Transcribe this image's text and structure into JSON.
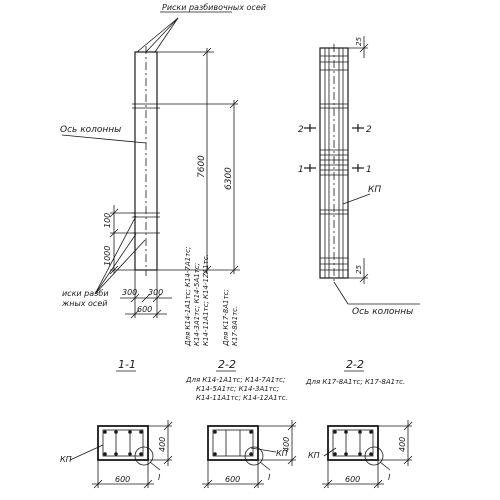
{
  "column_elevation": {
    "label_marks_top": "Риски разбивочных осей",
    "label_column_axis": "Ось колонны",
    "label_marks_bottom_1": "иски разби",
    "label_marks_bottom_2": "жных осей",
    "dim_total_height": "7600",
    "dim_upper_height": "6300",
    "dim_1000": "1000",
    "dim_100": "100",
    "dim_300_left": "300",
    "dim_300_right": "300",
    "dim_width": "600",
    "note_left_1": "Для К14-1А1тс; К14-7А1тс;",
    "note_left_2": "К14-3А1тс; К14-5А1тс;",
    "note_left_3": "К14-11А1тс; К14-12А1тс.",
    "note_right_1": "Для К17-8А1тс;",
    "note_right_2": "К17-8А1тс."
  },
  "reinforcement_cage": {
    "section_mark_2_left": "2",
    "section_mark_2_right": "2",
    "section_mark_1_left": "1",
    "section_mark_1_right": "1",
    "label_kp": "КП",
    "dim_top": "25",
    "dim_bottom": "25",
    "label_column_axis": "Ось колонны"
  },
  "sections": {
    "title_1": "1-1",
    "title_2a": "2-2",
    "title_2b": "2-2",
    "note_2a_1": "Для К14-1А1тс; К14-7А1тс;",
    "note_2a_2": "К14-5А1тс; К14-3А1тс;",
    "note_2a_3": "К14-11А1тс; К14-12А1тс.",
    "note_2b": "Для К17-8А1тс; К17-8А1тс.",
    "label_kp_1": "КП",
    "label_kp_2": "КП",
    "label_kp_3": "КП",
    "dim_width_1": "600",
    "dim_width_2": "600",
    "dim_width_3": "600",
    "dim_height_1": "400",
    "dim_height_2": "400",
    "dim_height_3": "400",
    "detail_mark_1": "I",
    "detail_mark_2": "I",
    "detail_mark_3": "I"
  }
}
